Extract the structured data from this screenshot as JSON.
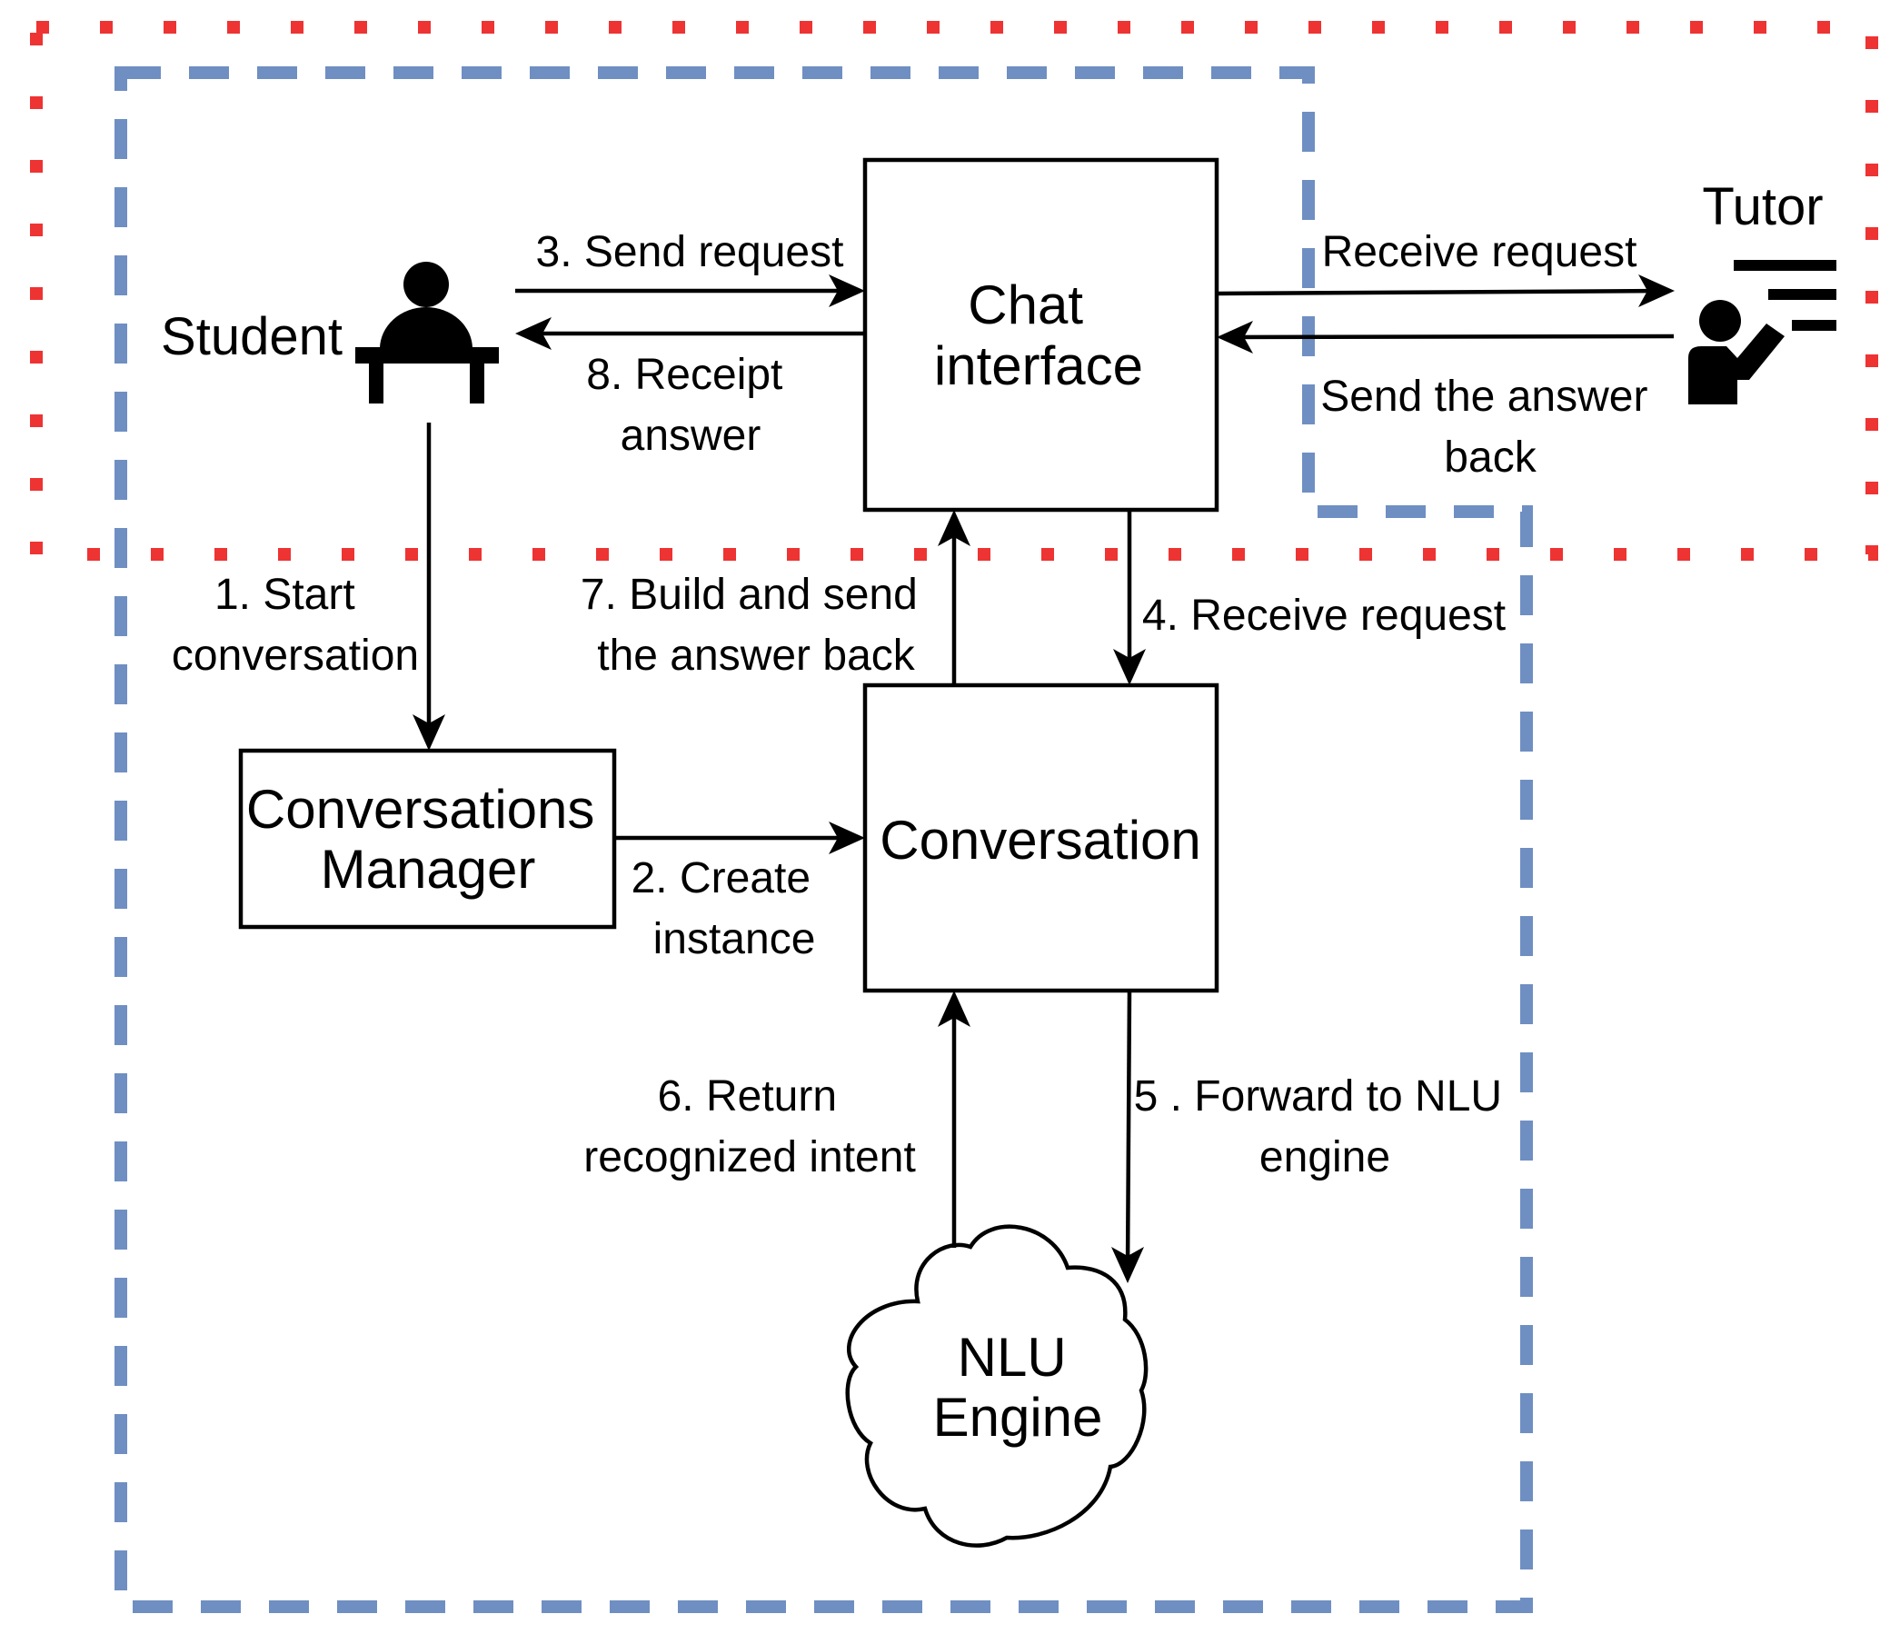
{
  "colors": {
    "outer_boundary": "#ee3333",
    "inner_boundary": "#6f8fc2",
    "stroke": "#000000"
  },
  "actors": {
    "student": {
      "label": "Student",
      "icon": "student-at-desk-icon"
    },
    "tutor": {
      "label": "Tutor",
      "icon": "teacher-at-board-icon"
    }
  },
  "nodes": {
    "chat_interface": [
      "Chat",
      "interface"
    ],
    "conversations_manager": [
      "Conversations",
      "Manager"
    ],
    "conversation": [
      "Conversation"
    ],
    "nlu_engine": [
      "NLU",
      "Engine"
    ]
  },
  "edges": {
    "start_conversation": [
      "1. Start",
      "conversation"
    ],
    "create_instance": [
      "2. Create",
      "instance"
    ],
    "send_request": [
      "3. Send request"
    ],
    "receive_request_4": [
      "4. Receive request"
    ],
    "forward_to_nlu": [
      "5 . Forward to NLU",
      "engine"
    ],
    "return_intent": [
      "6. Return",
      "recognized intent"
    ],
    "build_and_send": [
      "7.  Build and send",
      "the answer back"
    ],
    "receipt_answer": [
      "8. Receipt",
      "answer"
    ],
    "receive_request_tutor": [
      "Receive request"
    ],
    "send_answer_back": [
      "Send the answer",
      "back"
    ]
  }
}
